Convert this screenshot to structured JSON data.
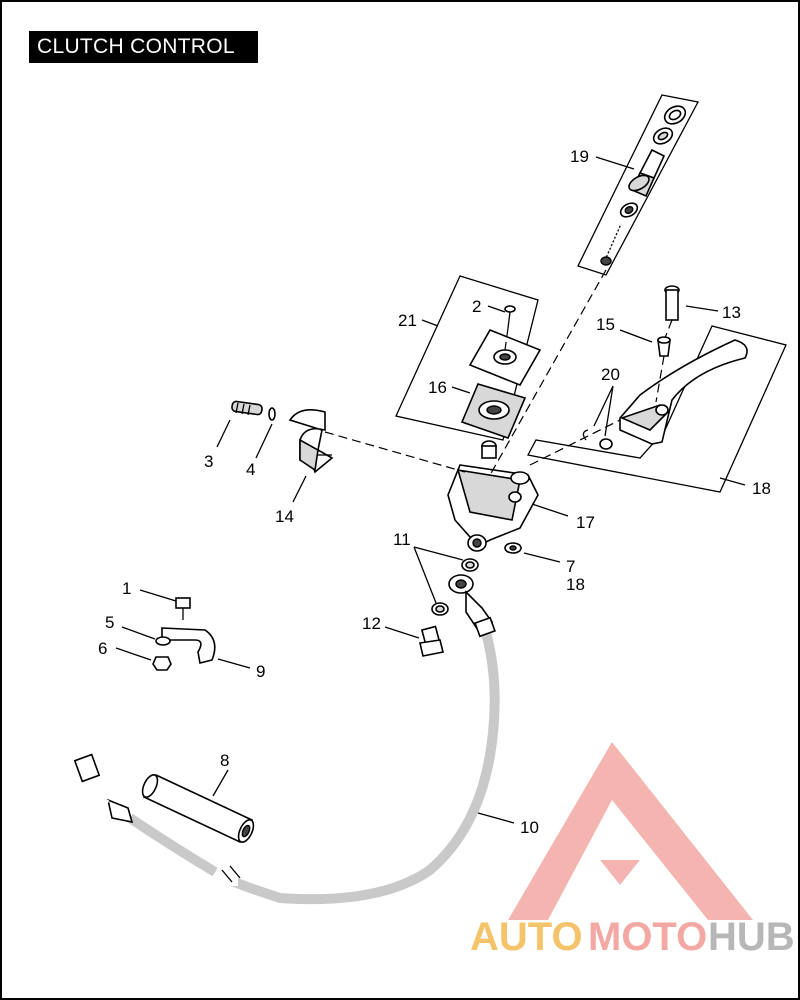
{
  "title": "CLUTCH CONTROL",
  "callouts": {
    "c1": "1",
    "c2": "2",
    "c3": "3",
    "c4": "4",
    "c5": "5",
    "c6": "6",
    "c7": "7",
    "c8": "8",
    "c9": "9",
    "c10": "10",
    "c11": "11",
    "c12": "12",
    "c13": "13",
    "c14": "14",
    "c15": "15",
    "c16": "16",
    "c17": "17",
    "c18a": "18",
    "c18b": "18",
    "c19": "19",
    "c20": "20",
    "c21": "21"
  },
  "watermark": {
    "auto": "AUTO",
    "moto": "MOTO",
    "hub": "HUB",
    "colors": {
      "auto": "#f5c46a",
      "moto": "#f3a8a3",
      "hub": "#b7b7b7",
      "logo": "#f3a8a3"
    }
  }
}
